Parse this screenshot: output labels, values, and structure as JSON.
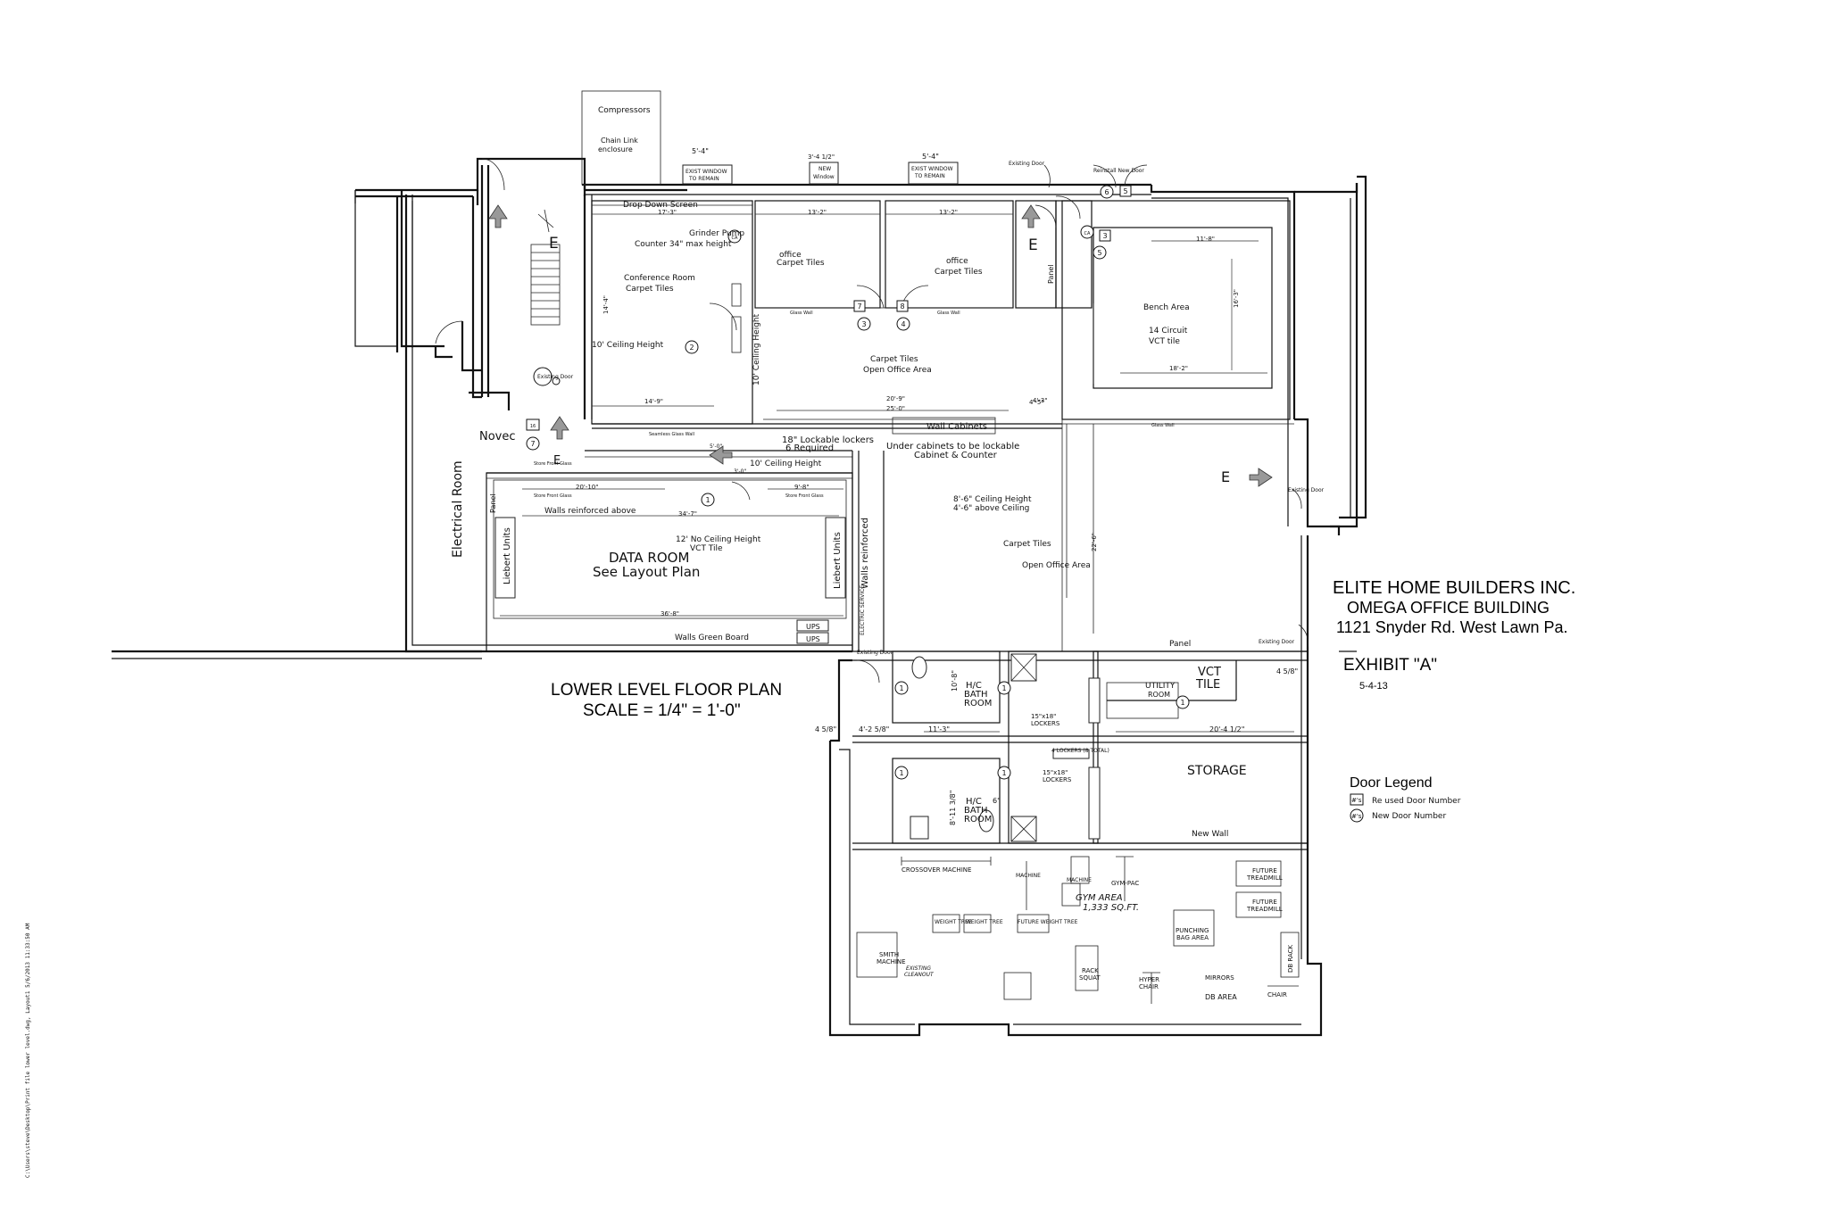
{
  "title_block": {
    "company": "ELITE HOME BUILDERS INC.",
    "building": "OMEGA OFFICE BUILDING",
    "address": "1121 Snyder Rd. West Lawn Pa.",
    "exhibit": "EXHIBIT \"A\"",
    "date": "5-4-13"
  },
  "plan_title": {
    "line1": "LOWER LEVEL FLOOR PLAN",
    "line2": "SCALE = 1/4\" = 1'-0\""
  },
  "legend": {
    "title": "Door Legend",
    "reused_symbol": "#'s",
    "reused_label": "Re used Door Number",
    "new_symbol": "#'s",
    "new_label": "New Door Number"
  },
  "file_path": "C:\\Users\\steve\\Desktop\\Print file lower level.dwg, Layout1 5/6/2013 11:33:50 AM",
  "exterior": {
    "compressors": "Compressors",
    "chain_link_1": "Chain Link",
    "chain_link_2": "enclosure",
    "dim_5_4_a": "5'-4\"",
    "exist_window_a1": "EXIST WINDOW",
    "exist_window_a2": "TO REMAIN",
    "dim_3_4": "3'-4 1/2\"",
    "new_window_1": "NEW",
    "new_window_2": "Window",
    "dim_5_4_b": "5'-4\"",
    "exist_window_b1": "EXIST WINDOW",
    "exist_window_b2": "TO REMAIN",
    "existing_door_top": "Existing Door",
    "reinstall_door": "Reinstall New Door",
    "existing_door_right": "Existing Door",
    "existing_door_bottom": "Existing Door",
    "existing_door_left": "Existing Door",
    "existing_door_lower": "Existing Door",
    "electrical_room": "Electrical Room",
    "novec": "Novec",
    "dim_4_5_8": "4 5/8\""
  },
  "rooms": {
    "drop_down_screen": "Drop Down Screen",
    "grinder_pump": "Grinder Pump",
    "counter": "Counter 34\" max height",
    "conference_room": "Conference Room",
    "carpet_tiles_conf": "Carpet Tiles",
    "ceiling_10": "10' Ceiling Height",
    "office1": "office",
    "carpet_tiles_o1": "Carpet Tiles",
    "office2": "office",
    "carpet_tiles_o2": "Carpet Tiles",
    "carpet_tiles_open": "Carpet Tiles",
    "open_office_area": "Open Office Area",
    "ceiling_vert": "10' Ceiling Height",
    "bench_area": "Bench Area",
    "circuit_14": "14 Circuit",
    "vct_tile_bench": "VCT tile",
    "wall_cabinets": "Wall Cabinets",
    "lockers_18": "18\" Lockable lockers",
    "lockers_6": "6 Required",
    "under_cabinets": "Under cabinets to be lockable",
    "cabinet_counter": "Cabinet & Counter",
    "ceiling_10b": "10' Ceiling Height",
    "ceiling_8_6": "8'-6\" Ceiling Height",
    "above_ceiling": "4'-6\" above Ceiling",
    "carpet_tiles_main": "Carpet Tiles",
    "open_office_main": "Open Office Area",
    "walls_reinforced_above": "Walls reinforced above",
    "ceiling_12": "12' No Ceiling Height",
    "vct_tile_data": "VCT Tile",
    "data_room": "DATA ROOM",
    "see_layout": "See Layout Plan",
    "liebert_1": "Liebert Units",
    "liebert_2": "Liebert Units",
    "walls_reinforced": "Walls reinforced",
    "walls_green": "Walls Green Board",
    "ups_1": "UPS",
    "ups_2": "UPS",
    "panel_data": "Panel",
    "panel_right": "Panel",
    "panel_vert": "Panel",
    "electric_service": "ELECTRIC SERVICE",
    "store_front_1": "Store Front Glass",
    "store_front_2": "Store Front Glass",
    "store_front_3": "Store Front Glass",
    "seamless_glass": "Seamless Glass Wall",
    "glass_wall_1": "Glass Wall",
    "glass_wall_2": "Glass Wall",
    "glass_wall_3": "Glass Wall"
  },
  "lower": {
    "hc_bath_1a": "H/C",
    "hc_bath_1b": "BATH",
    "hc_bath_1c": "ROOM",
    "hc_bath_2a": "H/C",
    "hc_bath_2b": "BATH",
    "hc_bath_2c": "ROOM",
    "lockers_15x18_1": "15\"x18\"",
    "lockers_label_1": "LOCKERS",
    "lockers_15x18_2": "15\"x18\"",
    "lockers_label_2": "LOCKERS",
    "lockers_8_total": "4 LOCKERS (8 TOTAL)",
    "utility_room_1": "UTILITY",
    "utility_room_2": "ROOM",
    "vct_tile_1": "VCT",
    "vct_tile_2": "TILE",
    "storage": "STORAGE",
    "new_wall": "New Wall",
    "crossover_machine": "CROSSOVER MACHINE",
    "machine_1": "MACHINE",
    "machine_2": "MACHINE",
    "gym_pac": "GYM-PAC",
    "gym_area_1": "GYM AREA",
    "gym_area_2": "1,333 SQ.FT.",
    "future_treadmill_1a": "FUTURE",
    "future_treadmill_1b": "TREADMILL",
    "future_treadmill_2a": "FUTURE",
    "future_treadmill_2b": "TREADMILL",
    "weight_tree_1": "WEIGHT TREE",
    "weight_tree_2": "WEIGHT TREE",
    "future_weight_tree": "FUTURE WEIGHT TREE",
    "punching_bag_1": "PUNCHING",
    "punching_bag_2": "BAG AREA",
    "smith_machine_1": "SMITH",
    "smith_machine_2": "MACHINE",
    "existing_cleanout_1": "EXISTING",
    "existing_cleanout_2": "CLEANOUT",
    "rack_squat_1": "RACK",
    "rack_squat_2": "SQUAT",
    "hyper_chair_1": "HYPER",
    "hyper_chair_2": "CHAIR",
    "mirrors": "MIRRORS",
    "db_area": "DB AREA",
    "db_rack": "DB RACK",
    "chair": "CHAIR"
  },
  "dimensions": {
    "d1": "17'-3\"",
    "d2": "13'-2\"",
    "d3": "13'-2\"",
    "d4": "11'-8\"",
    "d5": "16'-3\"",
    "d6": "18'-2\"",
    "d7": "20'-9\"",
    "d8": "25'-0\"",
    "d9": "14'-9\"",
    "d10": "14'-4\"",
    "d11": "20'-10\"",
    "d12": "9'-8\"",
    "d13": "34'-7\"",
    "d14": "36'-8\"",
    "d15": "22'-6\"",
    "d16": "4'-5\"",
    "d17": "4'-3\"",
    "d18": "11'-3\"",
    "d19": "4'-2 5/8\"",
    "d20": "20'-4 1/2\"",
    "d21": "4 5/8\"",
    "d22": "10'-8\"",
    "d23": "8'-11 3/8\"",
    "d24": "6\"",
    "d25": "3'-0\"",
    "d26": "5'-0\""
  },
  "doors": [
    "1",
    "2",
    "3",
    "4",
    "5",
    "6",
    "7",
    "8",
    "16",
    "CA"
  ]
}
